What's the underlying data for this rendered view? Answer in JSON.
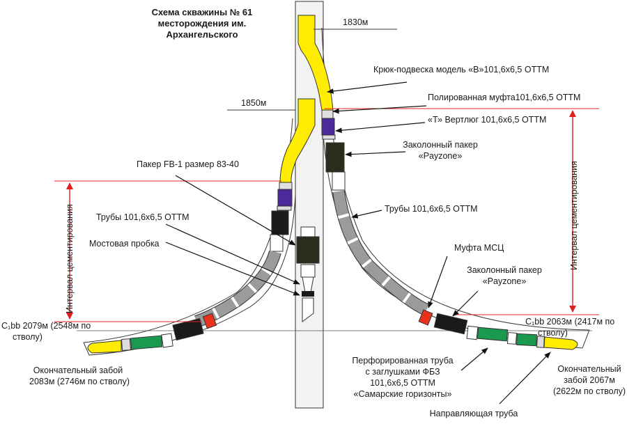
{
  "title": {
    "line1": "Схема скважины № 61",
    "line2": "месторождения им.",
    "line3": "Архангельского"
  },
  "depths": {
    "right_kickoff": "1830м",
    "left_kickoff": "1850м"
  },
  "labels": {
    "hanger": "Крюк-подвеска модель «В»101,6х6,5 ОТТМ",
    "polished_coupling": "Полированная муфта101,6х6,5 ОТТМ",
    "swivel": "«Т» Вертлюг 101,6х6,5 ОТТМ",
    "packer_payzone_upper_line1": "Заколонный пакер",
    "packer_payzone_upper_line2": "«Payzone»",
    "pipes_right": "Трубы 101,6х6,5 ОТТМ",
    "packer_fb1": "Пакер FB-1 размер 83-40",
    "pipes_left": "Трубы 101,6х6,5 ОТТМ",
    "bridge_plug": "Мостовая пробка",
    "coupling_msc": "Муфта МСЦ",
    "packer_payzone_lower_line1": "Заколонный пакер",
    "packer_payzone_lower_line2": "«Payzone»",
    "cementing_interval_left": "Интервал цементирования",
    "cementing_interval_right": "Интервал цементирования",
    "left_tvd_line1": "C₁bb 2079м (2548м по",
    "left_tvd_line2": "стволу)",
    "right_tvd_line1": "C₁bb 2063м (2417м по",
    "right_tvd_line2": "стволу)",
    "left_td_line1": "Окончательный забой",
    "left_td_line2": "2083м (2746м по стволу)",
    "perforated_line1": "Перфорированная труба",
    "perforated_line2": "с заглушками ФБЗ",
    "perforated_line3": "101,6х6,5 ОТТМ",
    "perforated_line4": "«Самарские горизонты»",
    "right_td_line1": "Окончательный",
    "right_td_line2": "забой 2067м",
    "right_td_line3": "(2622м по стволу)",
    "guide_pipe": "Направляющая труба"
  },
  "colors": {
    "liner_yellow": "#ffec00",
    "pipe_gray": "#9b9b9b",
    "packer_black": "#1a1a1a",
    "packer_dark_olive": "#2a2c1c",
    "swivel_purple": "#4c2a9c",
    "coupling_red": "#e8321e",
    "perforated_green": "#1a9a4e",
    "cement_line_red": "#e02020"
  }
}
